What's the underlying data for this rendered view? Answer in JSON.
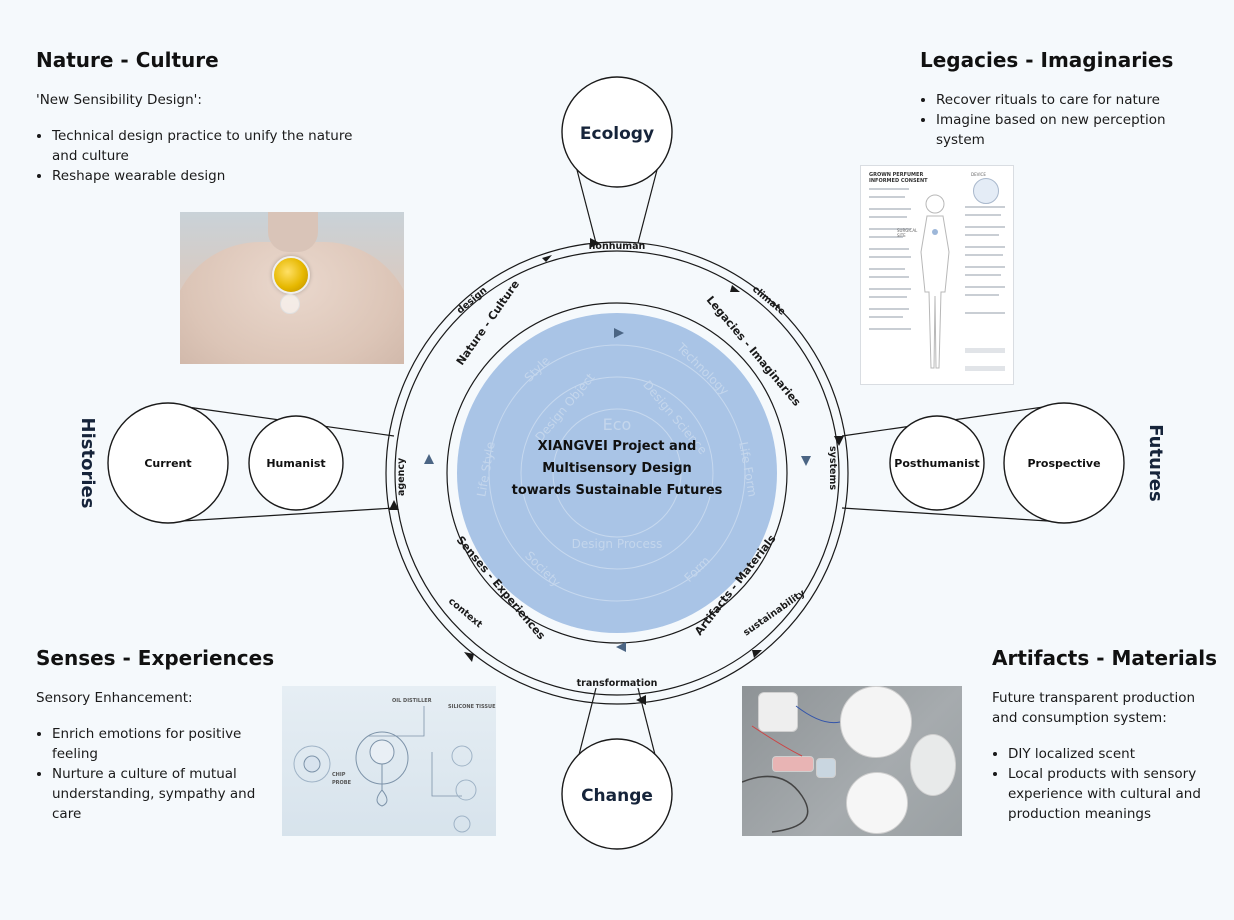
{
  "center_title": [
    "XIANGVEI Project and",
    "Multisensory Design",
    "towards Sustainable Futures"
  ],
  "nodes": {
    "top": "Ecology",
    "bottom": "Change",
    "left_outer": "Current",
    "left_inner": "Humanist",
    "right_inner": "Posthumanist",
    "right_outer": "Prospective"
  },
  "side_labels": {
    "left": "Histories",
    "right": "Futures"
  },
  "outer_ring_labels": {
    "top": "nonhuman",
    "top_left": "design",
    "top_right": "climate",
    "left": "agency",
    "right": "systems",
    "bottom_left": "context",
    "bottom_right": "sustainability",
    "bottom": "transformation"
  },
  "inner_ring_labels": {
    "top_left": "Nature - Culture",
    "top_right": "Legacies - Imaginaries",
    "bottom_left": "Senses - Experiences",
    "bottom_right": "Artifacts - Materials"
  },
  "inner_disc_labels": [
    "Style",
    "Technology",
    "Design Object",
    "Design Science",
    "Eco",
    "Life Style",
    "Life Form",
    "Society",
    "Form",
    "Design Process"
  ],
  "panels": {
    "nature_culture": {
      "title": "Nature - Culture",
      "intro": "'New Sensibility Design':",
      "bullets": [
        "Technical design practice to unify the nature and culture",
        "Reshape wearable design"
      ]
    },
    "legacies_imaginaries": {
      "title": "Legacies - Imaginaries",
      "bullets": [
        "Recover rituals to care for nature",
        "Imagine based on new perception system"
      ]
    },
    "senses_experiences": {
      "title": "Senses - Experiences",
      "intro": "Sensory Enhancement:",
      "bullets": [
        "Enrich emotions for positive feeling",
        "Nurture a culture of mutual understanding, sympathy and care"
      ]
    },
    "artifacts_materials": {
      "title": "Artifacts - Materials",
      "intro": "Future transparent production and  consumption system:",
      "bullets": [
        "DIY localized scent",
        "Local products with sensory experience with cultural and production meanings"
      ]
    }
  },
  "images": {
    "consent_form": {
      "heading": [
        "GROWN PERFUMER",
        "INFORMED CONSENT"
      ],
      "device_label": "DEVICE",
      "body_label": "SURGICAL SITE"
    },
    "distiller_diagram": {
      "labels": [
        "OIL DISTILLER",
        "SILICONE TISSUE",
        "CHIP",
        "PROBE"
      ]
    }
  },
  "colors": {
    "background": "#f5f9fc",
    "disc": "#a9c4e6",
    "line": "#1a1a1a",
    "side_title": "#16243a"
  }
}
